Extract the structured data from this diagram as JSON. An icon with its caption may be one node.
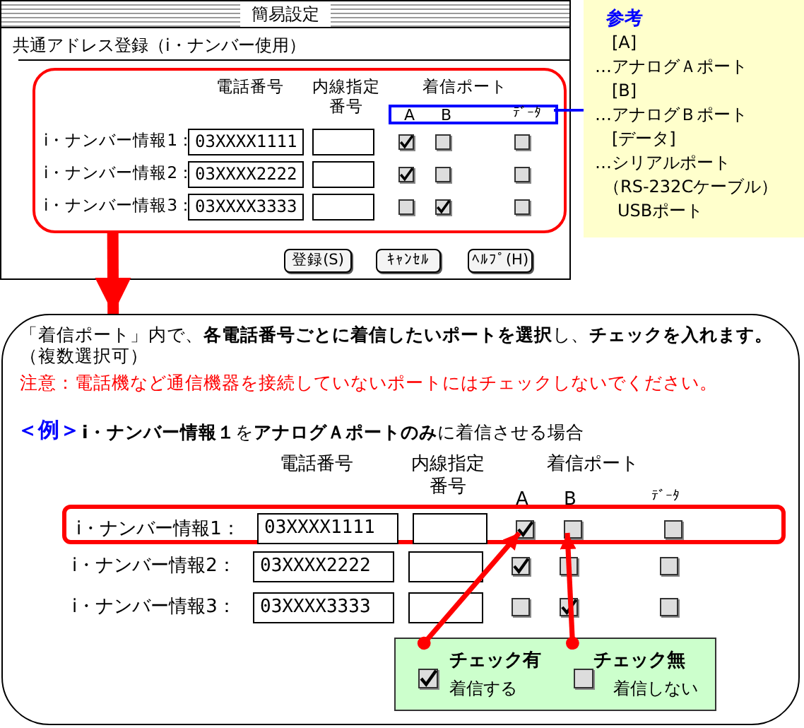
{
  "diagram": {
    "nodes": [
      {
        "text": [
          "簡易設定",
          "共通アドレス登録（i・ナンバー使用）"
        ]
      },
      {
        "text": [],
        "shape": "box",
        "in": 0
      },
      {
        "text": [
          "A",
          "B",
          "ﾃﾞｰﾀ"
        ],
        "in": 1
      },
      {
        "text": [
          "参考",
          "[A]",
          "…アナログＡポート",
          "[B]",
          "…アナログＢポート",
          "[データ]",
          "…シリアルポート",
          "（RS-232Cケーブル）",
          "USBポート"
        ]
      },
      {
        "text": [
          "「着信ポート」内で、**各電話番号ごとに着信したいポートを選択**し、**チェックを入れます。**（複数選択可）",
          "注意：電話機など通信機器を接続していないポートにはチェックしないでください。",
          "＜例＞",
          "**i・ナンバー情報１**を**アナログＡポートのみ**に着信させる場合"
        ]
      },
      {
        "text": [],
        "shape": "box",
        "in": 4
      },
      {
        "text": [],
        "shape": "box",
        "in": 4
      },
      {
        "text": [
          "チェック有",
          "着信する"
        ],
        "in": 6
      },
      {
        "text": [
          "チェック無",
          "着信しない"
        ],
        "in": 6
      },
      {
        "text": [],
        "shape": "box",
        "in": 5
      },
      {
        "text": [],
        "shape": "box",
        "in": 5
      },
      {
        "text": [],
        "shape": "box",
        "in": 5
      },
      {
        "text": [],
        "shape": "box",
        "in": 4
      },
      {
        "text": [],
        "shape": "box",
        "in": 4
      },
      {
        "text": [],
        "shape": "box",
        "in": 4
      },
      {
        "text": [],
        "shape": "box",
        "in": 4
      },
      {
        "text": [],
        "shape": "box",
        "in": 4
      },
      {
        "text": [],
        "shape": "box",
        "in": 4
      }
    ],
    "edges": [
      {
        "from": 2,
        "to": 3,
        "arrow": "none",
        "color": "#0000ff"
      },
      {
        "from": 1,
        "to": 4,
        "arrow": "to",
        "style": "thick",
        "color": "#ff0000"
      },
      {
        "from": 7,
        "to": 9,
        "arrow": "to",
        "color": "#ff0000"
      },
      {
        "from": 8,
        "to": 10,
        "arrow": "to",
        "color": "#ff0000"
      }
    ],
    "labels": [
      "電話番号",
      "内線指定番号",
      "着信ポート",
      "i・ナンバー情報1：",
      "03XXXX1111",
      "i・ナンバー情報2：",
      "03XXXX2222",
      "i・ナンバー情報3：",
      "03XXXX3333",
      "登録(S)",
      "ｷｬﾝｾﾙ",
      "ﾍﾙﾌﾟ(H)",
      "電話番号",
      "内線指定番号",
      "着信ポート",
      "A",
      "B",
      "ﾃﾞｰﾀ",
      "i・ナンバー情報1：",
      "03XXXX1111",
      "i・ナンバー情報2：",
      "03XXXX2222",
      "i・ナンバー情報3：",
      "03XXXX3333"
    ]
  }
}
